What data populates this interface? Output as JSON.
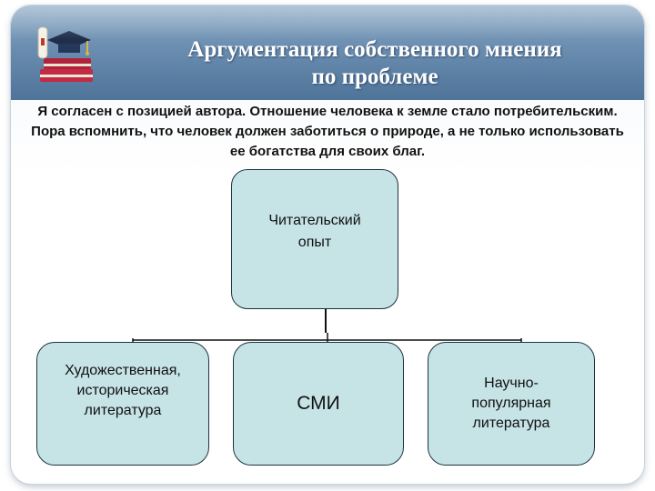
{
  "slide": {
    "title": "Аргументация собственного мнения\nпо проблеме",
    "intro": "Я согласен с позицией автора. Отношение человека к земле стало потребительским. Пора вспомнить, что человек должен заботиться о природе, а не только использовать ее богатства для своих благ."
  },
  "diagram": {
    "root": "Читательский\nопыт",
    "children": [
      "Художественная,\nисторическая\nлитература",
      "СМИ",
      "Научно-\nпопулярная\nлитература"
    ]
  },
  "colors": {
    "title_band": "#5f84a8",
    "box_fill": "#c6e3e6",
    "box_border": "#1d3340"
  },
  "icons": {
    "logo": "graduation-cap-books-icon"
  }
}
